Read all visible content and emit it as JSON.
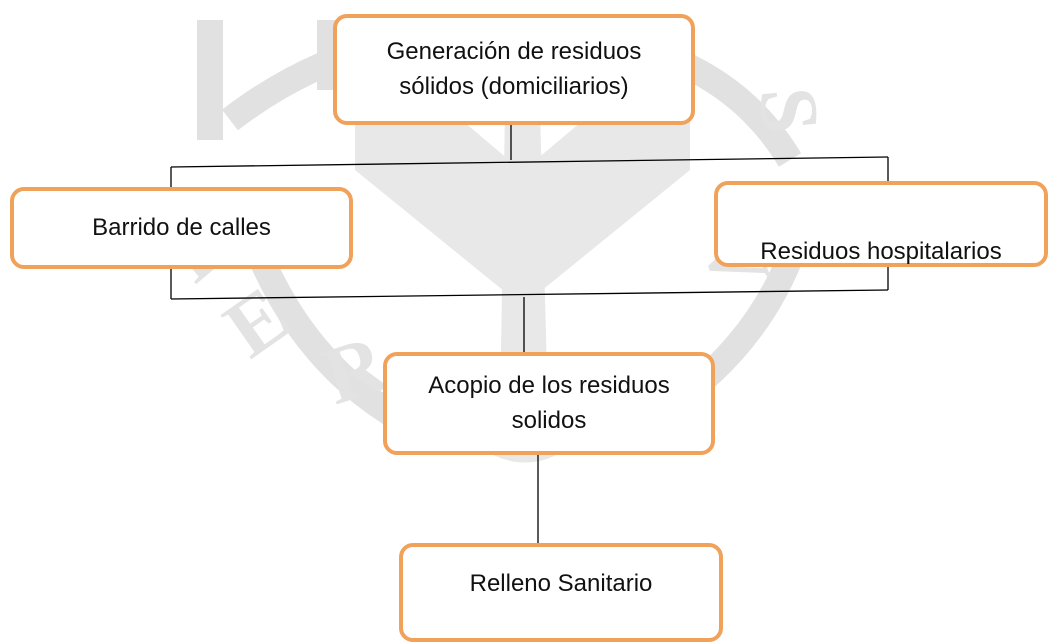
{
  "colors": {
    "box_border": "#f0a15a",
    "line": "#000000",
    "watermark": "#dedede"
  },
  "nodes": {
    "generation": {
      "label": "Generación de residuos\nsólidos (domiciliarios)"
    },
    "sweeping": {
      "label": "Barrido de calles"
    },
    "hospital": {
      "label": "Residuos hospitalarios"
    },
    "collection": {
      "label": "Acopio de los residuos\nsolidos"
    },
    "landfill": {
      "label": "Relleno Sanitario"
    }
  }
}
